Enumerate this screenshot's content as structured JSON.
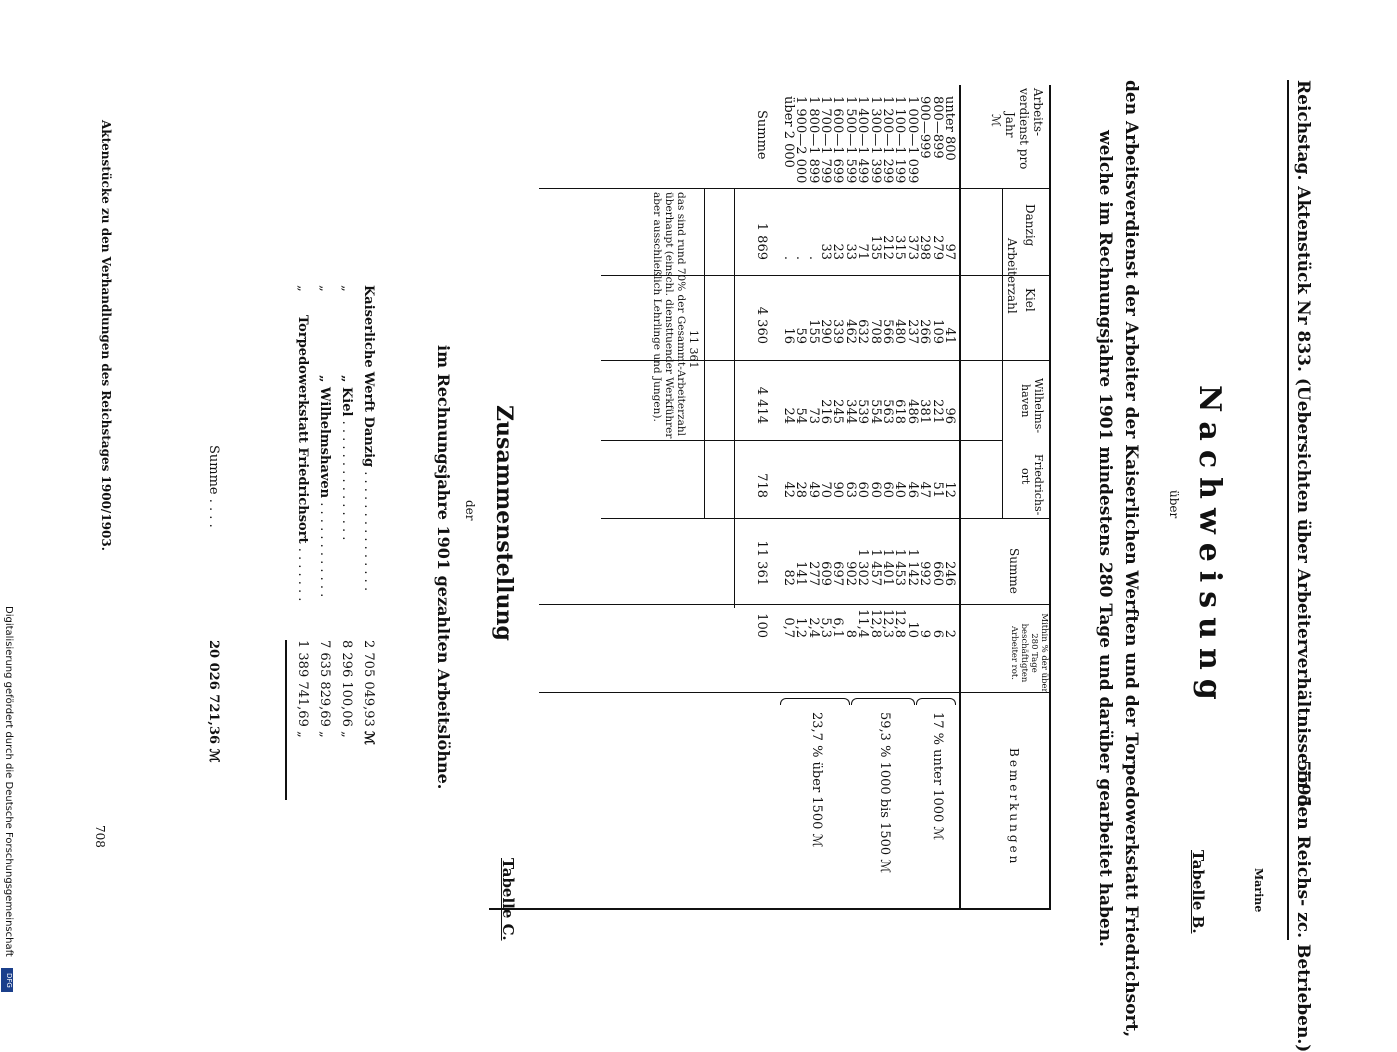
{
  "header": {
    "left": "Reichstag. Aktenstück Nr 833. (Uebersichten über Arbeiterverhältnisse in den Reichs- zc. Betrieben.)",
    "page_number": "5595",
    "section": "Marine",
    "table_label": "Tabelle B."
  },
  "title": {
    "main": "Nachweisung",
    "ueber": "über",
    "line1": "den Arbeitsverdienst der Arbeiter der Kaiserlichen Werften und der Torpedowerkstatt Friedrichsort,",
    "line2": "welche im Rechnungsjahre 1901 mindestens 280 Tage und darüber gearbeitet haben."
  },
  "table_b": {
    "col_head_verdienst": [
      "Arbeits-",
      "verdienst pro",
      "Jahr",
      "ℳ"
    ],
    "group_head": "Arbeiterzahl",
    "col_heads": [
      "Danzig",
      "Kiel",
      "Wilhelms-",
      "haven",
      "Friedrichs-",
      "ort",
      "Summe",
      "Mithin % der über 280 Tage beschäftigten Arbeiter rot.",
      "Bemerkungen"
    ],
    "rows": [
      {
        "label": "unter 800",
        "danzig": "97",
        "kiel": "41",
        "wilh": "96",
        "fried": "12",
        "summe": "246",
        "pct": "2"
      },
      {
        "label": "800—899",
        "danzig": "279",
        "kiel": "109",
        "wilh": "221",
        "fried": "51",
        "summe": "660",
        "pct": "6"
      },
      {
        "label": "900—999",
        "danzig": "298",
        "kiel": "266",
        "wilh": "381",
        "fried": "47",
        "summe": "992",
        "pct": "9"
      },
      {
        "label": "1 000—1 099",
        "danzig": "373",
        "kiel": "237",
        "wilh": "486",
        "fried": "46",
        "summe": "1 142",
        "pct": "10"
      },
      {
        "label": "1 100—1 199",
        "danzig": "315",
        "kiel": "480",
        "wilh": "618",
        "fried": "40",
        "summe": "1 453",
        "pct": "12,8"
      },
      {
        "label": "1 200—1 299",
        "danzig": "212",
        "kiel": "566",
        "wilh": "563",
        "fried": "60",
        "summe": "1 401",
        "pct": "12,3"
      },
      {
        "label": "1 300—1 399",
        "danzig": "135",
        "kiel": "708",
        "wilh": "554",
        "fried": "60",
        "summe": "1 457",
        "pct": "12,8"
      },
      {
        "label": "1 400—1 499",
        "danzig": "71",
        "kiel": "632",
        "wilh": "539",
        "fried": "60",
        "summe": "1 302",
        "pct": "11,4"
      },
      {
        "label": "1 500—1 599",
        "danzig": "33",
        "kiel": "462",
        "wilh": "344",
        "fried": "63",
        "summe": "902",
        "pct": "8"
      },
      {
        "label": "1 600—1 699",
        "danzig": "23",
        "kiel": "339",
        "wilh": "245",
        "fried": "90",
        "summe": "697",
        "pct": "6,1"
      },
      {
        "label": "1 700—1 799",
        "danzig": "33",
        "kiel": "290",
        "wilh": "216",
        "fried": "70",
        "summe": "609",
        "pct": "5,3"
      },
      {
        "label": "1 800—1 899",
        "danzig": ".",
        "kiel": "155",
        "wilh": "73",
        "fried": "49",
        "summe": "277",
        "pct": "2,4"
      },
      {
        "label": "1 900—2 000",
        "danzig": ".",
        "kiel": "59",
        "wilh": "54",
        "fried": "28",
        "summe": "141",
        "pct": "1,2"
      },
      {
        "label": "über 2 000",
        "danzig": ".",
        "kiel": "16",
        "wilh": "24",
        "fried": "42",
        "summe": "82",
        "pct": "0,7"
      }
    ],
    "sum_row": {
      "label": "Summe",
      "danzig": "1 869",
      "kiel": "4 360",
      "wilh": "4 414",
      "fried": "718",
      "summe": "11 361",
      "pct": "100"
    },
    "footnote_total": "11 361",
    "footnote": [
      "das sind rund 70% der Gesammt-Arbeiterzahl",
      "überhaupt (einschl. diensttuender Werkführer",
      "aber ausschließlich Lehrlinge und Jungen)."
    ],
    "remarks": [
      "17 % unter 1000 ℳ",
      "59,3 % 1000 bis 1500 ℳ",
      "23,7 % über 1500 ℳ"
    ]
  },
  "table_c": {
    "label": "Tabelle C.",
    "title": "Zusammenstellung",
    "der": "der",
    "subtitle": "im Rechnungsjahre 1901 gezahlten Arbeitslöhne.",
    "rows": [
      {
        "prefix": "Kaiserliche",
        "name": "Werft Danzig",
        "value": "2 705 049,93",
        "unit": "ℳ"
      },
      {
        "prefix": "„",
        "name": "„ Kiel",
        "value": "8 296 100,06",
        "unit": "„"
      },
      {
        "prefix": "„",
        "name": "„ Wilhelmshaven",
        "value": "7 635 829,69",
        "unit": "„"
      },
      {
        "prefix": "„",
        "name": "Torpedowerkstatt Friedrichsort",
        "value": "1 389 741,69",
        "unit": "„"
      }
    ],
    "sum_label": "Summe",
    "sum_value": "20 026 721,36",
    "sum_unit": "ℳ"
  },
  "footer": {
    "left": "Aktenstücke zu den Verhandlungen des Reichstages 1900/1903.",
    "page": "708"
  },
  "side_note": "Digitalisierung gefördert durch die Deutsche Forschungsgemeinschaft",
  "logo": "DFG"
}
